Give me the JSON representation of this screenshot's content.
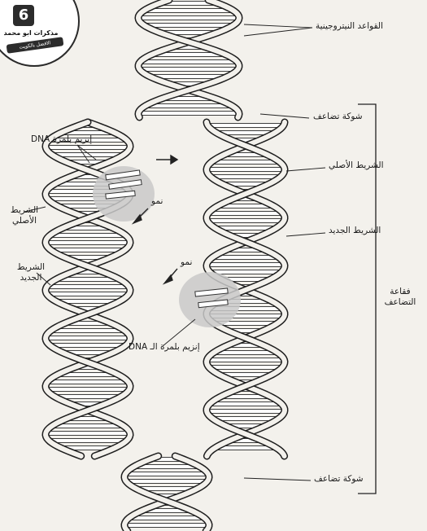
{
  "badge": {
    "number": "6",
    "name": "مذكرات ابو محمد",
    "ribbon": "الافضل بالكويت"
  },
  "labels": {
    "nitrogen_bases": "القواعد النيتروجينية",
    "replication_fork_top": "شوكة تضاعف",
    "dna_polymerase_1": "إنزيم بلمرة DNA",
    "original_strand_right": "الشريط الأصلي",
    "new_strand_right": "الشريط الجديد",
    "original_strand_left": "الشريط الأصلي",
    "new_strand_left": "الشريط الجديد",
    "growth_1": "نمو",
    "growth_2": "نمو",
    "dna_polymerase_2": "إنزيم بلمرة الـ DNA",
    "replication_bubble": "فقاعة التضاعف",
    "replication_fork_bottom": "شوكة تضاعف"
  }
}
